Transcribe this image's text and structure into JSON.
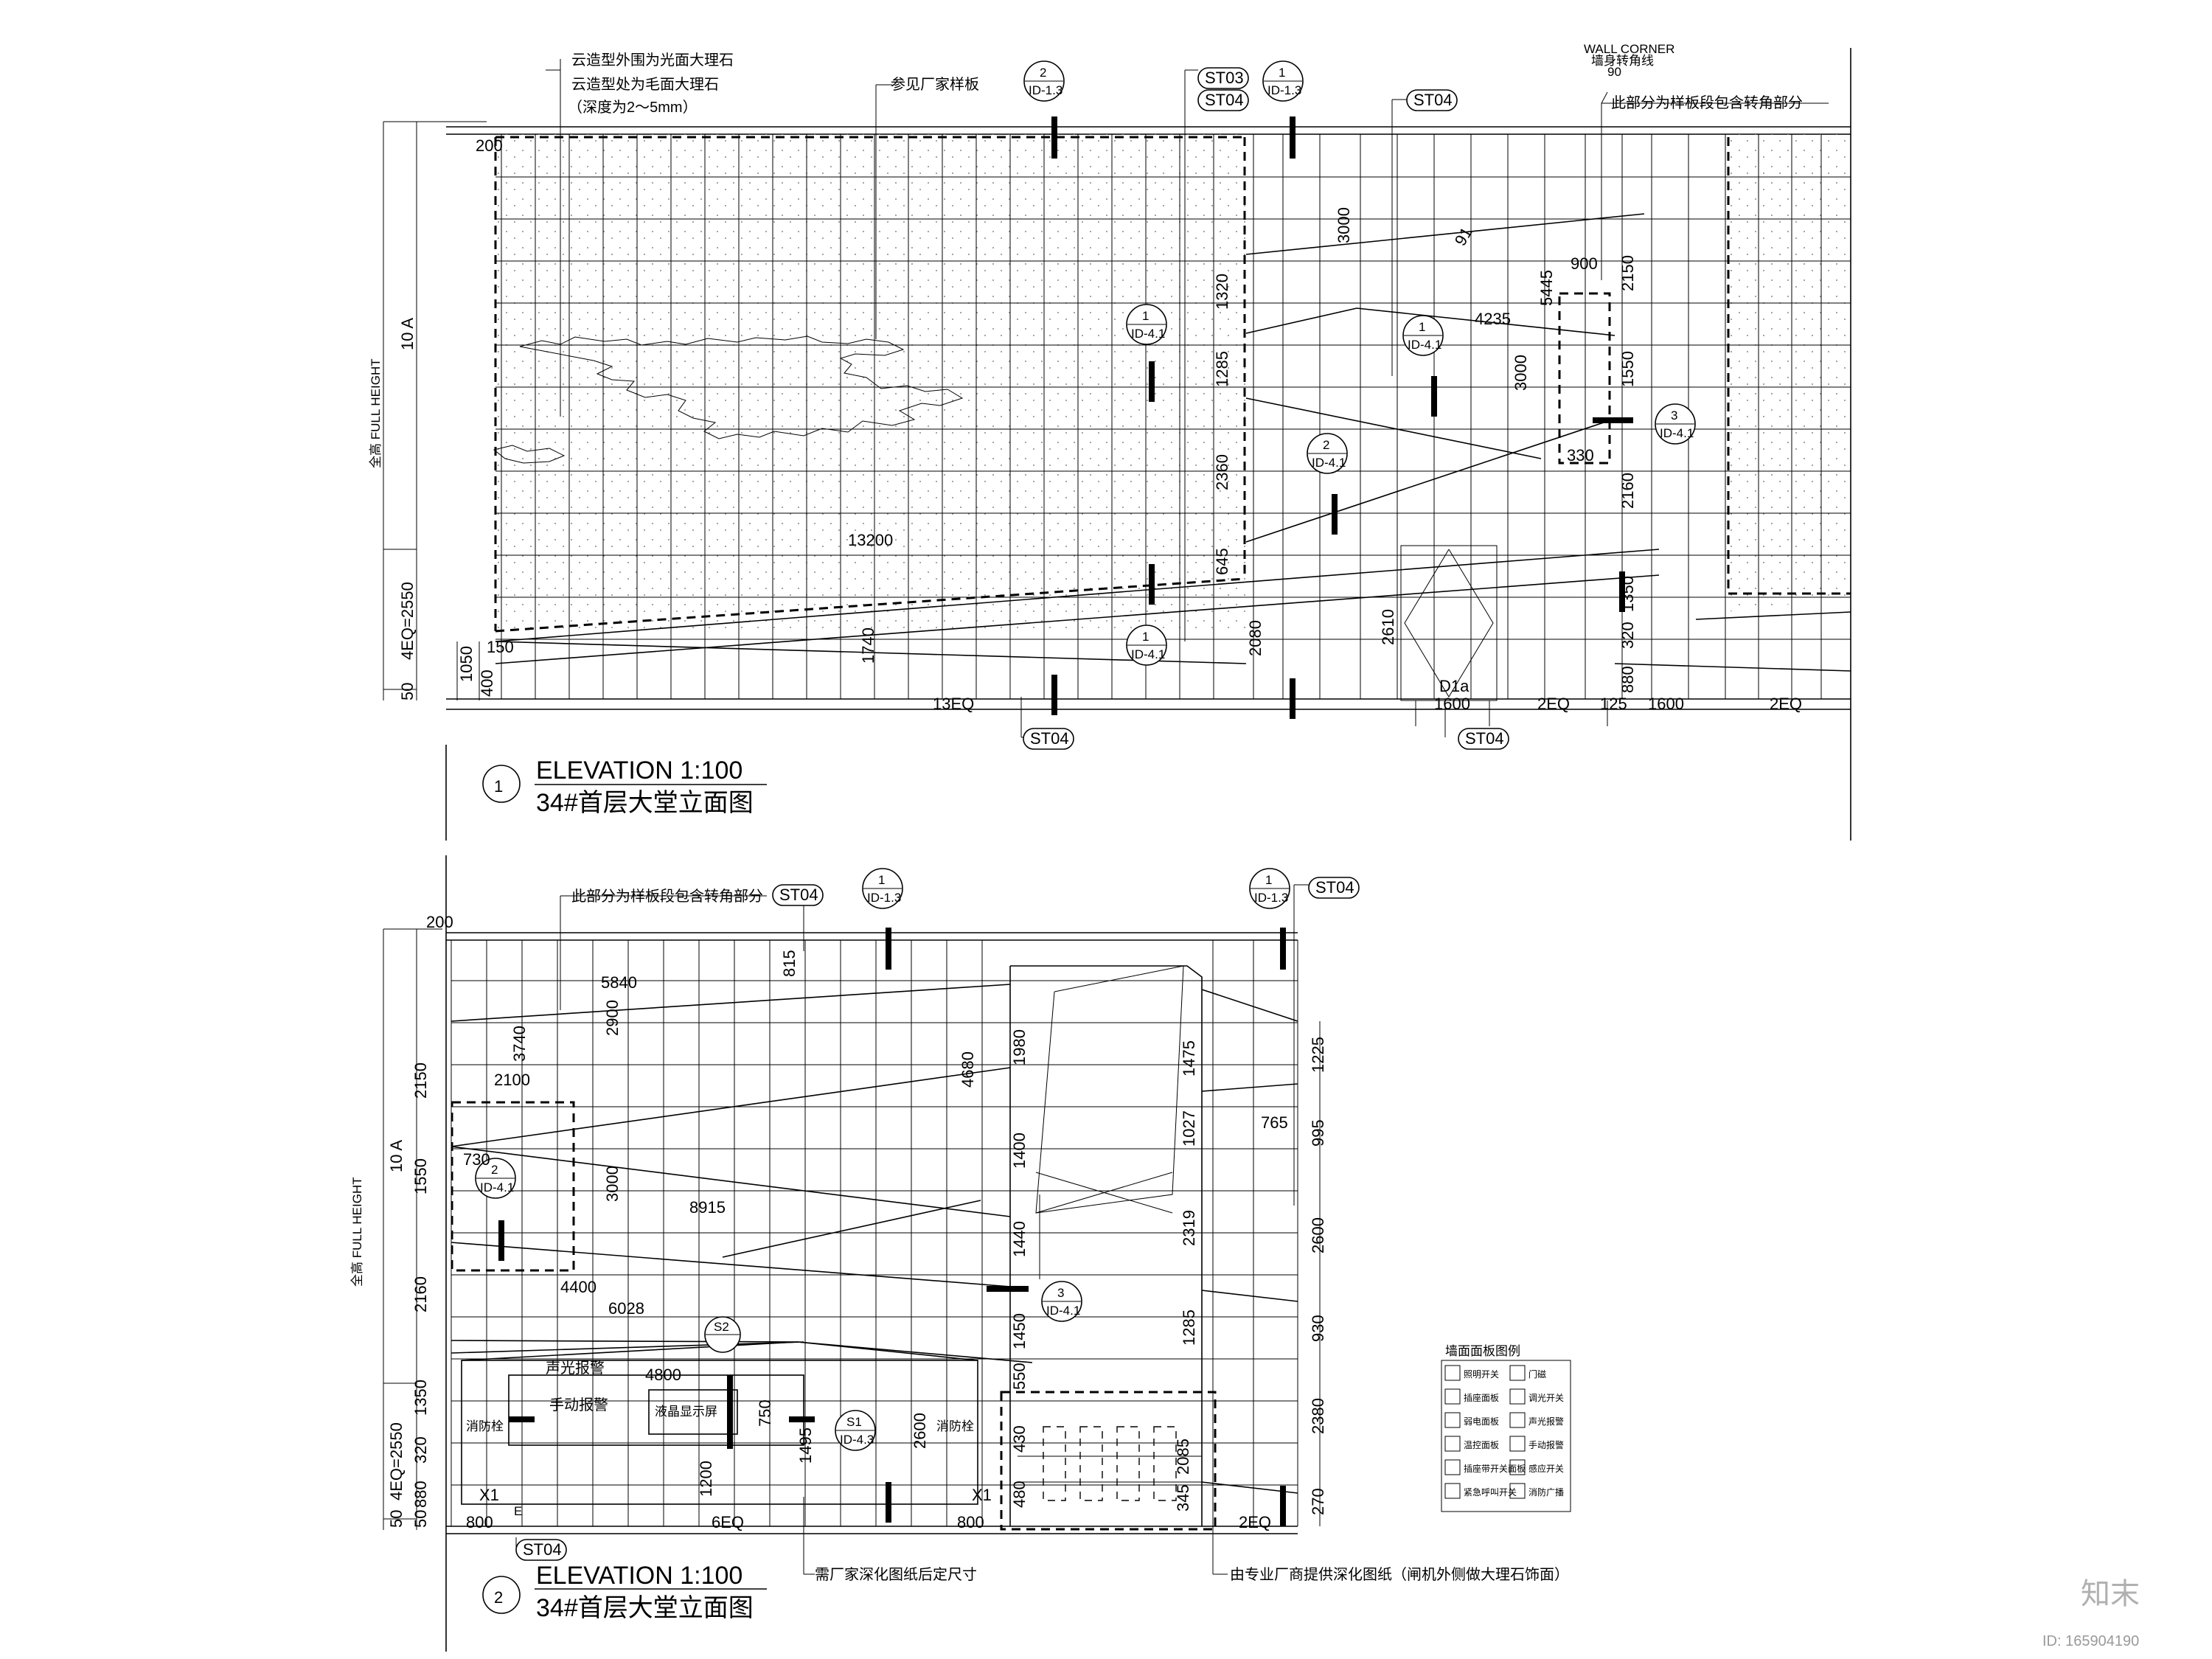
{
  "elevation1": {
    "number": "1",
    "title": "ELEVATION 1:100",
    "subtitle": "34#首层大堂立面图",
    "full_height_label": "全高 FULL HEIGHT",
    "height_10a": "10 A",
    "height_4eq": "4EQ=2550",
    "height_50": "50",
    "notes": {
      "cloud1": "云造型外围为光面大理石",
      "cloud2": "云造型处为毛面大理石",
      "cloud3": "（深度为2～5mm）",
      "sample": "参见厂家样板",
      "corner_part": "此部分为样板段包含转角部分",
      "wall_corner": "WALL CORNER",
      "wall_corner_cn": "墙身转角线",
      "angle": "90"
    },
    "tags": {
      "st03": "ST03",
      "st04": "ST04",
      "st04b": "ST04",
      "st04c": "ST04",
      "st04d": "ST04"
    },
    "callouts": [
      {
        "num": "2",
        "ref": "ID-1.3"
      },
      {
        "num": "1",
        "ref": "ID-1.3"
      },
      {
        "num": "1",
        "ref": "ID-4.1"
      },
      {
        "num": "1",
        "ref": "ID-4.1"
      },
      {
        "num": "2",
        "ref": "ID-4.1"
      },
      {
        "num": "3",
        "ref": "ID-4.1"
      },
      {
        "num": "1",
        "ref": "ID-4.1"
      }
    ],
    "dims": {
      "d200": "200",
      "d3000a": "3000",
      "d1320": "1320",
      "d900": "900",
      "d5445": "5445",
      "d2150": "2150",
      "d4235": "4235",
      "d1285": "1285",
      "d3000b": "3000",
      "d1550": "1550",
      "d330": "330",
      "d2360": "2360",
      "d2160": "2160",
      "d13200": "13200",
      "d645": "645",
      "d2610": "2610",
      "d1350": "1350",
      "d150": "150",
      "d1050": "1050",
      "d1740": "1740",
      "d2080": "2080",
      "d320": "320",
      "d880": "880",
      "d400": "400",
      "d13eq": "13EQ",
      "d1600a": "1600",
      "d2eqa": "2EQ",
      "d125": "125",
      "d1600b": "1600",
      "d2eqb": "2EQ",
      "dia": "D1a",
      "d91": "91"
    }
  },
  "elevation2": {
    "number": "2",
    "title": "ELEVATION 1:100",
    "subtitle": "34#首层大堂立面图",
    "full_height_label": "全高 FULL HEIGHT",
    "height_10a": "10 A",
    "height_4eq": "4EQ=2550",
    "height_50": "50",
    "notes": {
      "corner_part": "此部分为样板段包含转角部分",
      "factory_size": "需厂家深化图纸后定尺寸",
      "gate_note": "由专业厂商提供深化图纸（闸机外侧做大理石饰面）",
      "alarm_sound": "声光报警",
      "alarm_manual": "手动报警",
      "lcd": "液晶显示屏",
      "hydrant_l": "消防栓",
      "hydrant_r": "消防栓",
      "x1l": "X1",
      "x1r": "X1",
      "e": "E"
    },
    "tags": {
      "st04a": "ST04",
      "st04b": "ST04",
      "st04c": "ST04",
      "s1": "S1",
      "s2": "S2"
    },
    "callouts": [
      {
        "num": "1",
        "ref": "ID-1.3"
      },
      {
        "num": "1",
        "ref": "ID-1.3"
      },
      {
        "num": "2",
        "ref": "ID-4.1"
      },
      {
        "num": "3",
        "ref": "ID-4.1"
      },
      {
        "num": "S1",
        "ref": "ID-4.3"
      }
    ],
    "dims": {
      "d200": "200",
      "d815": "815",
      "d5840": "5840",
      "d3740": "3740",
      "d2900": "2900",
      "d4680": "4680",
      "d1980": "1980",
      "d1475": "1475",
      "d1225": "1225",
      "d2150": "2150",
      "d2100": "2100",
      "d765": "765",
      "d1400": "1400",
      "d1027": "1027",
      "d995": "995",
      "d730": "730",
      "d1550": "1550",
      "d3000": "3000",
      "d8915": "8915",
      "d2319": "2319",
      "d1440": "1440",
      "d2600a": "2600",
      "d4400": "4400",
      "d6028": "6028",
      "d2160": "2160",
      "d1450": "1450",
      "d1285": "1285",
      "d930": "930",
      "d4800": "4800",
      "d1350": "1350",
      "d750": "750",
      "d2600b": "2600",
      "d2380": "2380",
      "d320": "320",
      "d1200": "1200",
      "d1495": "1495",
      "d430": "430",
      "d2085": "2085",
      "d880": "880",
      "d480": "480",
      "d345": "345",
      "d270": "270",
      "d50": "50",
      "d800a": "800",
      "d6eq": "6EQ",
      "d800b": "800",
      "d2eq": "2EQ",
      "d550": "550"
    }
  },
  "legend": {
    "title": "墙面面板图例",
    "items": [
      {
        "label": "照明开关"
      },
      {
        "label": "门磁"
      },
      {
        "label": "插座面板"
      },
      {
        "label": "调光开关"
      },
      {
        "label": "弱电面板"
      },
      {
        "label": "声光报警"
      },
      {
        "label": "温控面板"
      },
      {
        "label": "手动报警"
      },
      {
        "label": "插座带开关面板"
      },
      {
        "label": "感应开关"
      },
      {
        "label": "紧急呼叫开关"
      },
      {
        "label": "消防广播"
      }
    ]
  },
  "watermark": {
    "logo": "知末",
    "id": "ID: 165904190"
  }
}
